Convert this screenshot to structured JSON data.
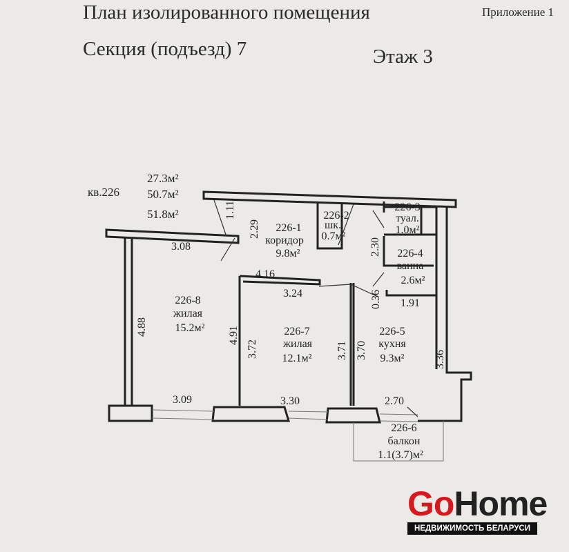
{
  "header": {
    "title": "План изолированного помещения",
    "section": "Секция (подъезд) 7",
    "floor": "Этаж 3",
    "appendix": "Приложение 1"
  },
  "apartment": {
    "number": "кв.226",
    "living_area": "27.3м²",
    "total_area": "50.7м²",
    "total_with_balcony": "51.8м²"
  },
  "rooms": [
    {
      "id": "226-1",
      "name": "коридор",
      "area": "9.8м²"
    },
    {
      "id": "226-2",
      "name": "шк.",
      "area": "0.7м²"
    },
    {
      "id": "226-3",
      "name": "туал.",
      "area": "1.0м²"
    },
    {
      "id": "226-4",
      "name": "ванна",
      "area": "2.6м²"
    },
    {
      "id": "226-5",
      "name": "кухня",
      "area": "9.3м²"
    },
    {
      "id": "226-6",
      "name": "балкон",
      "area": "1.1(3.7)м²"
    },
    {
      "id": "226-7",
      "name": "жилая",
      "area": "12.1м²"
    },
    {
      "id": "226-8",
      "name": "жилая",
      "area": "15.2м²"
    }
  ],
  "dimensions": {
    "d111": "1.11",
    "d229": "2.29",
    "d308": "3.08",
    "d416": "4.16",
    "d324": "3.24",
    "d230": "2.30",
    "d036": "0.36",
    "d191": "1.91",
    "d488": "4.88",
    "d491": "4.91",
    "d372": "3.72",
    "d371": "3.71",
    "d370": "3.70",
    "d336": "3.36",
    "d309": "3.09",
    "d330": "3.30",
    "d270": "2.70"
  },
  "logo": {
    "part1": "Go",
    "part2": "Home",
    "tagline": "НЕДВИЖИМОСТЬ БЕЛАРУСИ",
    "colors": {
      "accent": "#d7191f",
      "dark": "#222222"
    }
  }
}
